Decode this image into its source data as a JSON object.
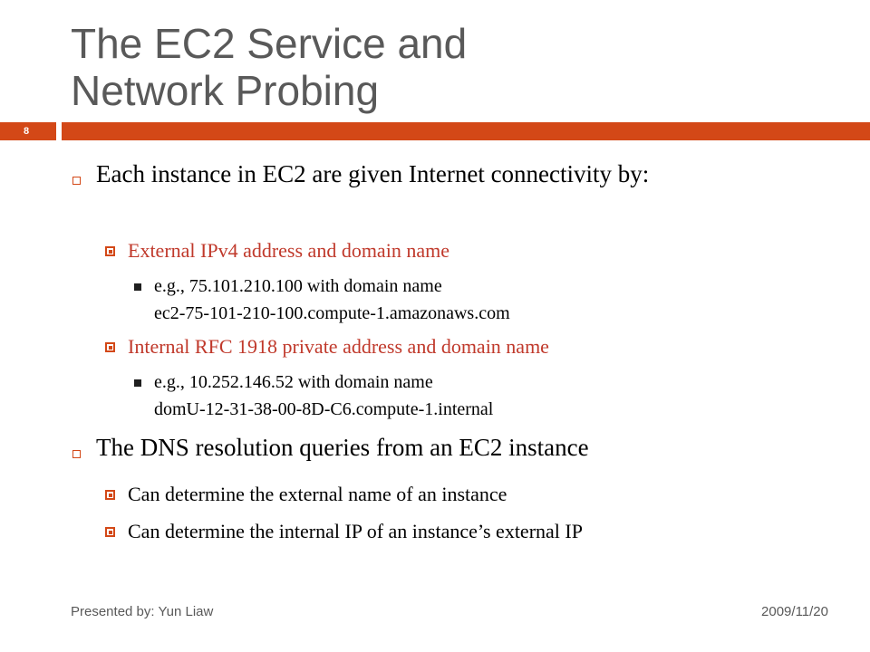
{
  "slide": {
    "title_line1": "The EC2 Service and",
    "title_line2": "Network Probing",
    "page_number": "8",
    "bullets": [
      {
        "text": "Each instance in EC2 are given Internet connectivity by:",
        "sub": [
          {
            "text": "External IPv4 address and domain name",
            "sub": [
              {
                "line1": "e.g., 75.101.210.100 with domain name",
                "line2": "ec2-75-101-210-100.compute-1.amazonaws.com"
              }
            ]
          },
          {
            "text": "Internal RFC 1918 private address and domain name",
            "sub": [
              {
                "line1": "e.g., 10.252.146.52 with domain name",
                "line2": "domU-12-31-38-00-8D-C6.compute-1.internal"
              }
            ]
          }
        ]
      },
      {
        "text": "The DNS resolution queries from an EC2 instance",
        "sub": [
          {
            "text": "Can determine the external name of an instance"
          },
          {
            "text": "Can determine the internal IP of an instance’s external IP"
          }
        ]
      }
    ],
    "footer_left": "Presented by: Yun Liaw",
    "footer_right": "2009/11/20"
  },
  "colors": {
    "accent": "#d34817",
    "title": "#595959",
    "sub_red": "#c0392b"
  }
}
